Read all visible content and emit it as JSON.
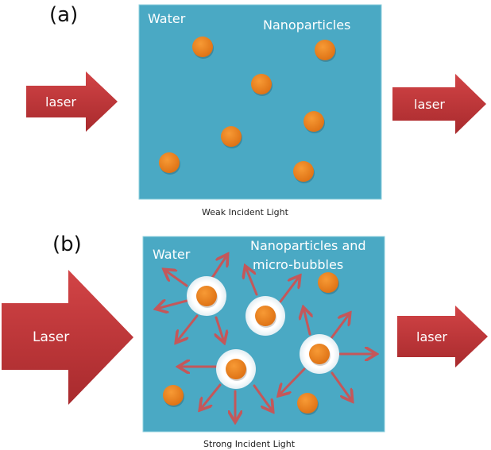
{
  "colors": {
    "water": "#4aa9c4",
    "water_edge": "#8fd0de",
    "particle": "#f08a22",
    "particle_dark": "#d66d10",
    "bubble": "#ffffff",
    "laser_arrow": "#c7373a",
    "laser_arrow_dark": "#9e2226",
    "emission_arrow": "#c4575a"
  },
  "panel_a": {
    "label": "(a)",
    "water_label": "Water",
    "particles_label": "Nanoparticles",
    "caption": "Weak Incident Light",
    "incoming_arrow_label": "laser",
    "outgoing_arrow_label": "laser",
    "particle_count": 7
  },
  "panel_b": {
    "label": "(b)",
    "water_label": "Water",
    "particles_label_line1": "Nanoparticles and",
    "particles_label_line2": "micro-bubbles",
    "caption": "Strong Incident Light",
    "incoming_arrow_label": "Laser",
    "outgoing_arrow_label": "laser",
    "bubble_count": 4,
    "free_particle_count": 3
  }
}
